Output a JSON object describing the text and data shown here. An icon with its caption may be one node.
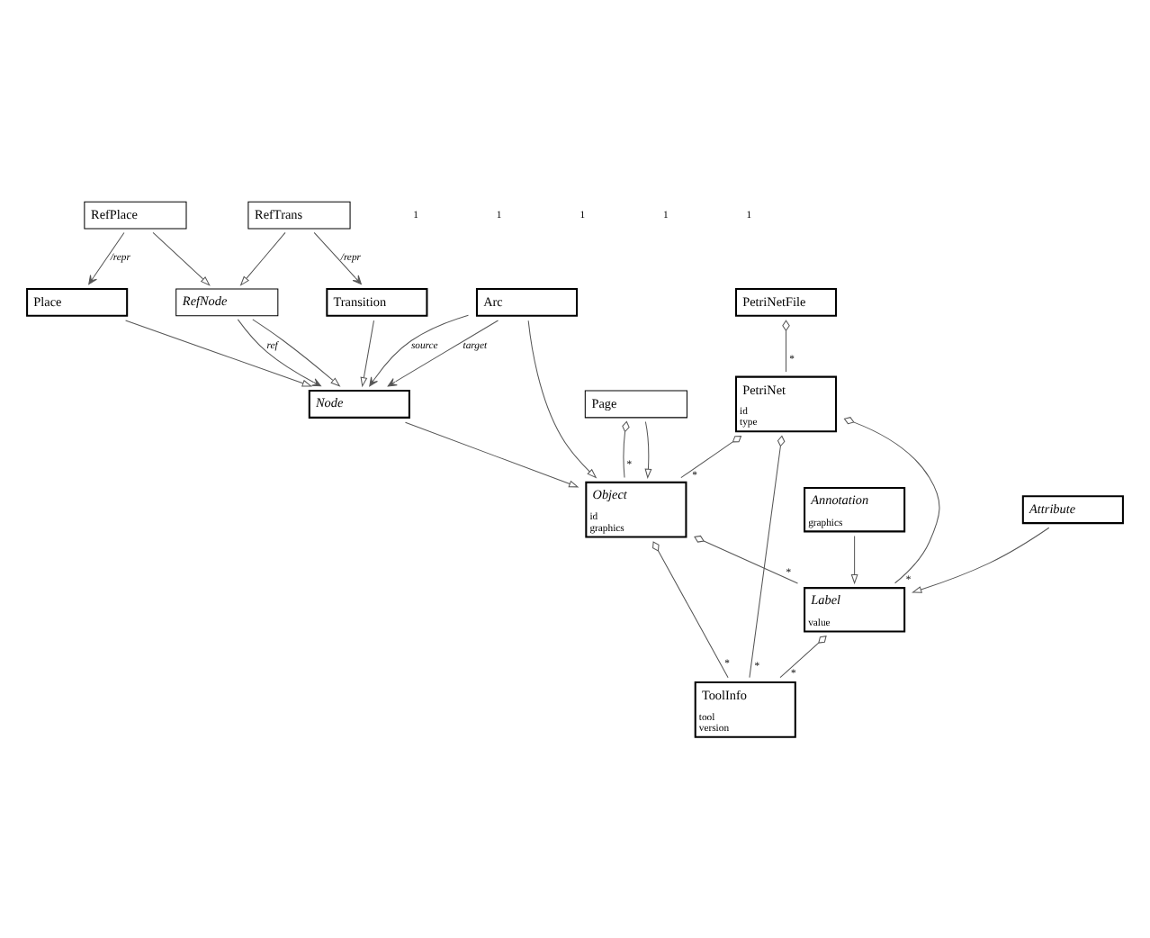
{
  "diagram": {
    "nodes": [
      {
        "text": [
          "PetriNetFile"
        ]
      },
      {
        "text": [
          "PetriNet",
          "id type"
        ]
      },
      {
        "text": [
          "ToolInfo",
          "tool version"
        ]
      },
      {
        "text": [
          "Object",
          "id graphics"
        ]
      },
      {
        "text": [
          "Label",
          "value"
        ]
      },
      {
        "text": [
          "Attribute"
        ]
      },
      {
        "text": [
          "Annotation",
          "graphics"
        ]
      },
      {
        "text": [
          "Page"
        ]
      },
      {
        "text": [
          "Node"
        ]
      },
      {
        "text": [
          "Arc"
        ]
      },
      {
        "text": [
          "RefNode"
        ]
      },
      {
        "text": [
          "Place"
        ]
      },
      {
        "text": [
          "RefPlace"
        ]
      },
      {
        "text": [
          "RefTrans"
        ]
      },
      {
        "text": [
          "Transition"
        ]
      }
    ],
    "edges": [
      {
        "from": 0,
        "to": 1,
        "arrow": "other",
        "label": "*"
      },
      {
        "from": 1,
        "to": 2,
        "arrow": "other",
        "label": "*"
      },
      {
        "from": 1,
        "to": 4,
        "arrow": "other",
        "label": "*"
      },
      {
        "from": 1,
        "to": 3,
        "arrow": "other",
        "label": "*"
      },
      {
        "from": 3,
        "to": 2,
        "arrow": "other",
        "label": "*"
      },
      {
        "from": 3,
        "to": 4,
        "arrow": "other",
        "label": "*"
      },
      {
        "from": 4,
        "to": 2,
        "arrow": "other",
        "label": "*"
      },
      {
        "from": 7,
        "to": 3,
        "arrow": "other",
        "label": "*"
      },
      {
        "from": 5,
        "to": 4,
        "arrow": "to"
      },
      {
        "from": 6,
        "to": 4,
        "arrow": "to"
      },
      {
        "from": 7,
        "to": 3,
        "arrow": "to"
      },
      {
        "from": 8,
        "to": 3,
        "arrow": "to"
      },
      {
        "from": 9,
        "to": 3,
        "arrow": "to"
      },
      {
        "from": 9,
        "to": 8,
        "arrow": "to",
        "label": "source"
      },
      {
        "from": 9,
        "to": 8,
        "arrow": "to",
        "label": "target"
      },
      {
        "from": 10,
        "to": 8,
        "arrow": "to",
        "label": "ref"
      },
      {
        "from": 11,
        "to": 8,
        "arrow": "to"
      },
      {
        "from": 10,
        "to": 8,
        "arrow": "to"
      },
      {
        "from": 14,
        "to": 8,
        "arrow": "to"
      },
      {
        "from": 12,
        "to": 10,
        "arrow": "to"
      },
      {
        "from": 13,
        "to": 10,
        "arrow": "to"
      },
      {
        "from": 12,
        "to": 11,
        "arrow": "to",
        "label": "/repr"
      },
      {
        "from": 13,
        "to": 14,
        "arrow": "to",
        "label": "/repr"
      }
    ],
    "labels": [
      "1",
      "1",
      "1",
      "1",
      "1"
    ]
  }
}
